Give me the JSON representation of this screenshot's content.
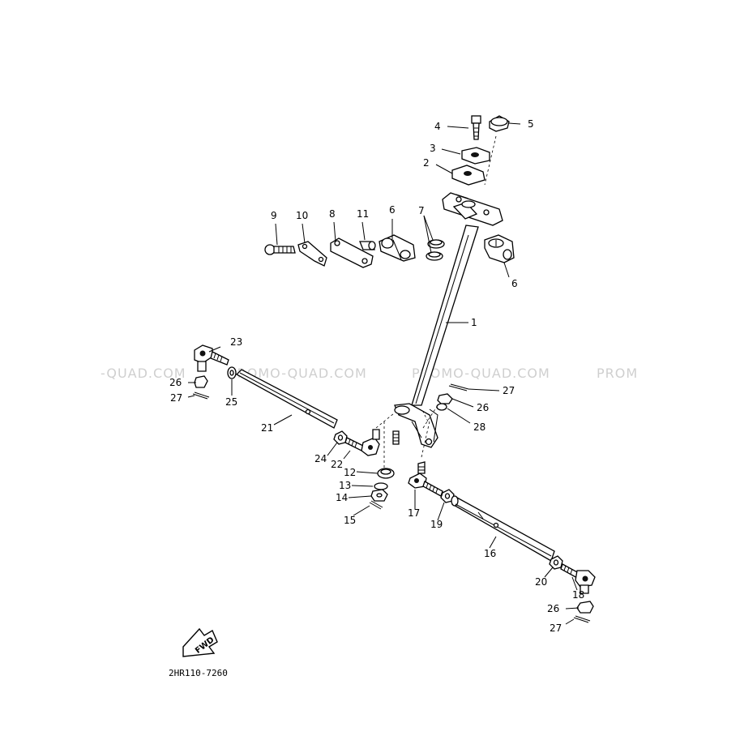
{
  "diagram_code": "2HR110-7260",
  "fwd_label": "FWD",
  "watermarks": [
    "-QUAD.COM",
    "PROMO-QUAD.COM",
    "PROMO-QUAD.COM",
    "PROM"
  ],
  "callouts": {
    "c1": "1",
    "c2": "2",
    "c3": "3",
    "c4": "4",
    "c5": "5",
    "c6a": "6",
    "c6b": "6",
    "c7": "7",
    "c8": "8",
    "c9": "9",
    "c10": "10",
    "c11": "11",
    "c12": "12",
    "c13": "13",
    "c14": "14",
    "c15": "15",
    "c16": "16",
    "c17": "17",
    "c18": "18",
    "c19": "19",
    "c20": "20",
    "c21": "21",
    "c22": "22",
    "c23": "23",
    "c24": "24",
    "c25": "25",
    "c26a": "26",
    "c26b": "26",
    "c26c": "26",
    "c27a": "27",
    "c27b": "27",
    "c27c": "27",
    "c28": "28"
  }
}
